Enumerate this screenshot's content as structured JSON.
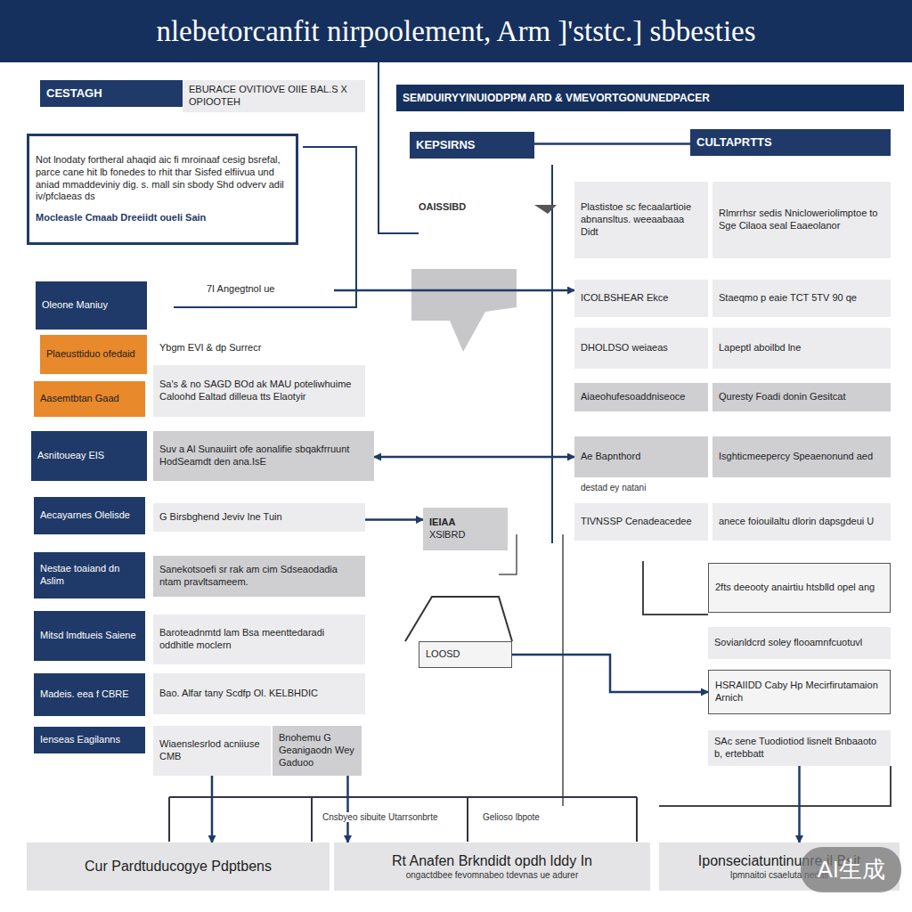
{
  "diagram": {
    "title": "nlebetorcanfit nirpoolement, Arm ]'ststc.] sbbesties",
    "nodes": [
      {
        "text": [
          "CESTAGH"
        ]
      },
      {
        "text": [
          "EBURACE OVITIOVE OIIE BAL.S X OPIOOTEH"
        ]
      },
      {
        "text": [
          "Not lnodaty fortheral ahaqid aic fi mroinaaf cesig bsrefal, parce cane hit lb fonedes to rhit thar Sisfed elfiivua und aniad mmaddeviniy dig. s. mall sin sbody Shd odverv adil iv/pfclaeas ds",
          "Mocleasle Cmaab Dreeiidt oueli Sain"
        ]
      },
      {
        "text": [
          "SEMDUIRYYINUIODPPM ARD & VMEVORTGONUNEDPACER"
        ]
      },
      {
        "text": [
          "KEPSIRNS"
        ]
      },
      {
        "text": [
          "CULTAPRTTS"
        ]
      },
      {
        "text": [
          "7I Angegtnol ue"
        ]
      },
      {
        "text": [
          "Oleone Maniuy"
        ]
      },
      {
        "text": [
          "Plaeusttiduo ofedaid"
        ]
      },
      {
        "text": [
          "Aasemtbtan Gaad"
        ]
      },
      {
        "text": [
          "Asnitoueay EIS"
        ]
      },
      {
        "text": [
          "Aecayarnes Olelisde"
        ]
      },
      {
        "text": [
          "Nestae toaiand dn Aslim"
        ]
      },
      {
        "text": [
          "Mitsd lmdtueis Saiene"
        ]
      },
      {
        "text": [
          "Madeis. eea f CBRE"
        ]
      },
      {
        "text": [
          "Ienseas Eagilanns"
        ]
      },
      {
        "text": [
          "Ybgm EVI & dp Surrecr"
        ]
      },
      {
        "text": [
          "Sa's & no SAGD BOd ak MAU poteliwhuime",
          "Caloohd Ealtad dilleua tts Elaotyir"
        ]
      },
      {
        "text": [
          "Suv a Al Sunauiirt ofe aonalifie sbqakfrruunt HodSeamdt den ana.IsE"
        ]
      },
      {
        "text": [
          "G Birsbghend Jeviv Ine Tuin"
        ]
      },
      {
        "text": [
          "Sanekotsoefi sr rak am cim Sdseaodadia ntam pravltsameem."
        ]
      },
      {
        "text": [
          "Baroteadnmtd lam Bsa meenttedaradi oddhitle moclern"
        ]
      },
      {
        "text": [
          "Bao. Alfar tany Scdfp Ol. KELBHDIC"
        ]
      },
      {
        "text": [
          "Wiaenslesrlod acniiuse CMB"
        ]
      },
      {
        "text": [
          "Bnohemu G Geanigaodn Wey Gaduoo"
        ]
      },
      {
        "text": [
          "IEIAA",
          "XSlBRD"
        ]
      },
      {
        "text": [
          "LOOSD"
        ]
      },
      {
        "text": [
          "Plastistoe sc fecaalartioie abnansltus. weeaabaaa Didt"
        ]
      },
      {
        "text": [
          "Rlmrrhsr sedis Nnicloweriolimptoe to Sge Cilaoa seal Eaaeolanor"
        ]
      },
      {
        "text": [
          "ICOLBSHEAR Ekce"
        ]
      },
      {
        "text": [
          "Staeqmo p eaie TCT 5TV 90 qe"
        ]
      },
      {
        "text": [
          "DHOLDSO weiaeas"
        ]
      },
      {
        "text": [
          "Lapeptl aboilbd lne"
        ]
      },
      {
        "text": [
          "Aiaeohufesoaddniseoce"
        ]
      },
      {
        "text": [
          "Quresty Foadi donin Gesitcat"
        ]
      },
      {
        "text": [
          "Ae Bapnthord"
        ]
      },
      {
        "text": [
          "Isghticmeepercy Speaenonund aed"
        ]
      },
      {
        "text": [
          "TIVNSSP Cenadeacedee"
        ]
      },
      {
        "text": [
          "anece foiouilaltu dlorin dapsgdeui U"
        ]
      },
      {
        "text": [
          "2fts deeooty anairtiu htsblld opel ang"
        ]
      },
      {
        "text": [
          "Sovianldcrd soley flooamnfcuotuvl"
        ]
      },
      {
        "text": [
          "HSRAIIDD Caby Hp Mecirfirutamaion Arnich"
        ]
      },
      {
        "text": [
          "SAc sene Tuodiotiod lisnelt Bnbaaoto b, ertebbatt"
        ]
      },
      {
        "text": [
          "Cur Pardtuducogye Pdptbens"
        ]
      },
      {
        "text": [
          "Rt Anafen Brkndidt opdh lddy In",
          "ongactdbee fevomnabeo tdevnas ue adurer"
        ]
      },
      {
        "text": [
          "Iponseciatuntinunre jl Bsit",
          "Ipmnaitoi csaeluta nedas"
        ]
      }
    ],
    "edges": [
      {
        "from": 6,
        "to": 29,
        "arrow": "to"
      },
      {
        "from": 18,
        "to": 35,
        "arrow": "both"
      },
      {
        "from": 19,
        "to": 25,
        "arrow": "to"
      },
      {
        "from": 26,
        "to": 41,
        "arrow": "to"
      },
      {
        "from": 23,
        "to": 43,
        "arrow": "to"
      },
      {
        "from": 24,
        "to": 44,
        "arrow": "to"
      },
      {
        "from": 42,
        "to": 45,
        "arrow": "to"
      },
      {
        "from": 4,
        "to": 5,
        "arrow": "none"
      }
    ],
    "labels": [
      "OAISSIBD",
      "destad ey natani",
      "Cnsbyeo sibuite Utarrsonbrte",
      "Gelioso lbpote",
      "AI生成"
    ]
  }
}
